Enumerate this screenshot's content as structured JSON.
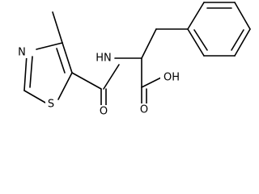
{
  "molecule": {
    "atoms": {
      "n_thiazole": "N",
      "s_thiazole": "S",
      "o_amide": "O",
      "nh_amide": "HN",
      "o_acid_double": "O",
      "oh_acid": "OH"
    }
  }
}
